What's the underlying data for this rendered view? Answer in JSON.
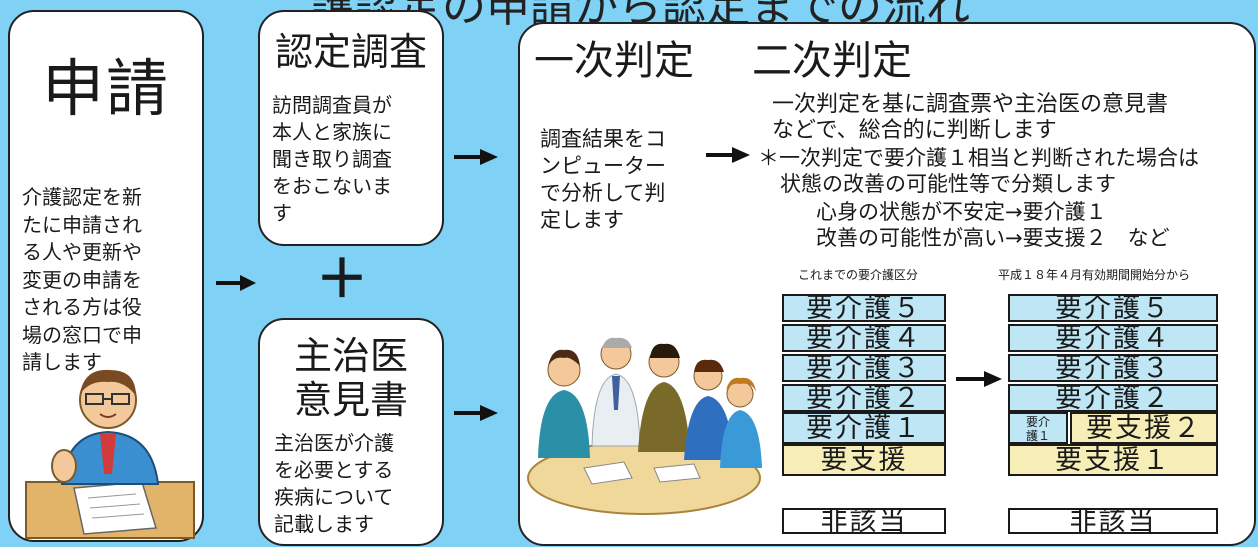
{
  "header_partial": "護認定の申請から認定までの流れ",
  "application": {
    "title": "申請",
    "body": "介護認定を新\nたに申請され\nる人や更新や\n変更の申請を\nされる方は役\n場の窓口で申\n請します"
  },
  "survey": {
    "title": "認定調査",
    "body": "訪問調査員が\n本人と家族に\n聞き取り調査\nをおこないま\nす"
  },
  "plus": "＋",
  "doctor": {
    "title": "主治医\n意見書",
    "body": "主治医が介護\nを必要とする\n疾病について\n記載します"
  },
  "first_judgment": {
    "title": "一次判定",
    "body": "調査結果をコ\nンピューター\nで分析して判\n定します"
  },
  "second_judgment": {
    "title": "二次判定",
    "line1": "一次判定を基に調査票や主治医の意見書",
    "line2": "などで、総合的に判断します",
    "line3": "＊一次判定で要介護１相当と判断された場合は",
    "line4": "状態の改善の可能性等で分類します",
    "line5": "心身の状態が不安定→要介護１",
    "line6": "改善の可能性が高い→要支援２　など"
  },
  "old_levels": {
    "caption": "これまでの要介護区分",
    "items": [
      "要介護５",
      "要介護４",
      "要介護３",
      "要介護２",
      "要介護１",
      "要支援"
    ],
    "none": "非該当"
  },
  "new_levels": {
    "caption": "平成１８年４月有効期間開始分から",
    "items": [
      "要介護５",
      "要介護４",
      "要介護３",
      "要介護２"
    ],
    "split_small": "要介\n護１",
    "split_large": "要支援２",
    "bottom": "要支援１",
    "none": "非該当"
  },
  "colors": {
    "background": "#7fd1f5",
    "care_level": "#bfe6f5",
    "support_level": "#f6eeb6"
  }
}
